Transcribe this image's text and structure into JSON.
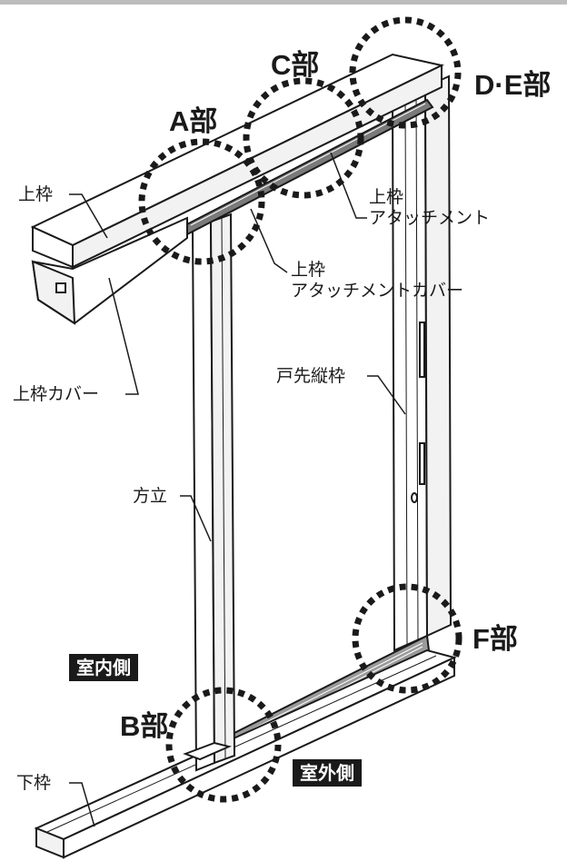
{
  "colors": {
    "ink": "#1a1a1a",
    "paper": "#ffffff",
    "panel": "#f2f2f2",
    "shade": "#bdbdbd"
  },
  "callouts": {
    "a": "A部",
    "b": "B部",
    "c": "C部",
    "de": "D·E部",
    "f": "F部"
  },
  "labels": {
    "upper_frame": "上枠",
    "upper_frame_attachment": {
      "line1": "上枠",
      "line2": "アタッチメント"
    },
    "upper_frame_attachment_cover": {
      "line1": "上枠",
      "line2": "アタッチメントカバー"
    },
    "upper_frame_cover": "上枠カバー",
    "door_side_vertical_frame": "戸先縦枠",
    "mullion": "方立",
    "lower_frame": "下枠"
  },
  "sides": {
    "indoor": "室内側",
    "outdoor": "室外側"
  }
}
